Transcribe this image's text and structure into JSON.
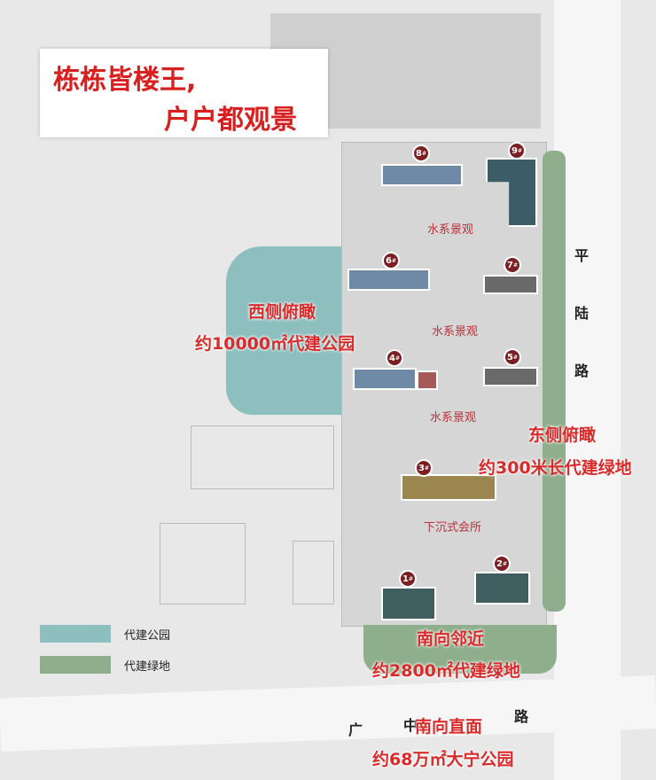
{
  "headline": {
    "line1": "栋栋皆楼王,",
    "line2": "户户都观景"
  },
  "buildings": [
    {
      "num": "8",
      "suffix": "#",
      "color": "#6f8aa6"
    },
    {
      "num": "9",
      "suffix": "#",
      "color": "#3d5d66"
    },
    {
      "num": "6",
      "suffix": "#",
      "color": "#6f8aa6"
    },
    {
      "num": "7",
      "suffix": "#",
      "color": "#6a6a6a"
    },
    {
      "num": "4",
      "suffix": "#",
      "color": "#6f8aa6"
    },
    {
      "num": "5",
      "suffix": "#",
      "color": "#6a6a6a"
    },
    {
      "num": "3",
      "suffix": "#",
      "color": "#9c8650"
    },
    {
      "num": "2",
      "suffix": "#",
      "color": "#3e5e60"
    },
    {
      "num": "1",
      "suffix": "#",
      "color": "#3e5e60"
    }
  ],
  "area_labels": {
    "water1": "水系景观",
    "water2": "水系景观",
    "water3": "水系景观",
    "clubhouse": "下沉式会所"
  },
  "callouts": {
    "west_1": "西侧俯瞰",
    "west_2": "约10000㎡代建公园",
    "east_1": "东侧俯瞰",
    "east_2": "约300米长代建绿地",
    "south_1": "南向邻近",
    "south_2": "约2800㎡代建绿地",
    "south_3": "南向直面",
    "south_4": "约68万㎡大宁公园"
  },
  "roads": {
    "east": [
      "平",
      "陆",
      "路"
    ],
    "south": [
      "广",
      "中",
      "路"
    ]
  },
  "legend": [
    {
      "label": "代建公园",
      "color": "#8ebfbf"
    },
    {
      "label": "代建绿地",
      "color": "#8fae8c"
    }
  ]
}
